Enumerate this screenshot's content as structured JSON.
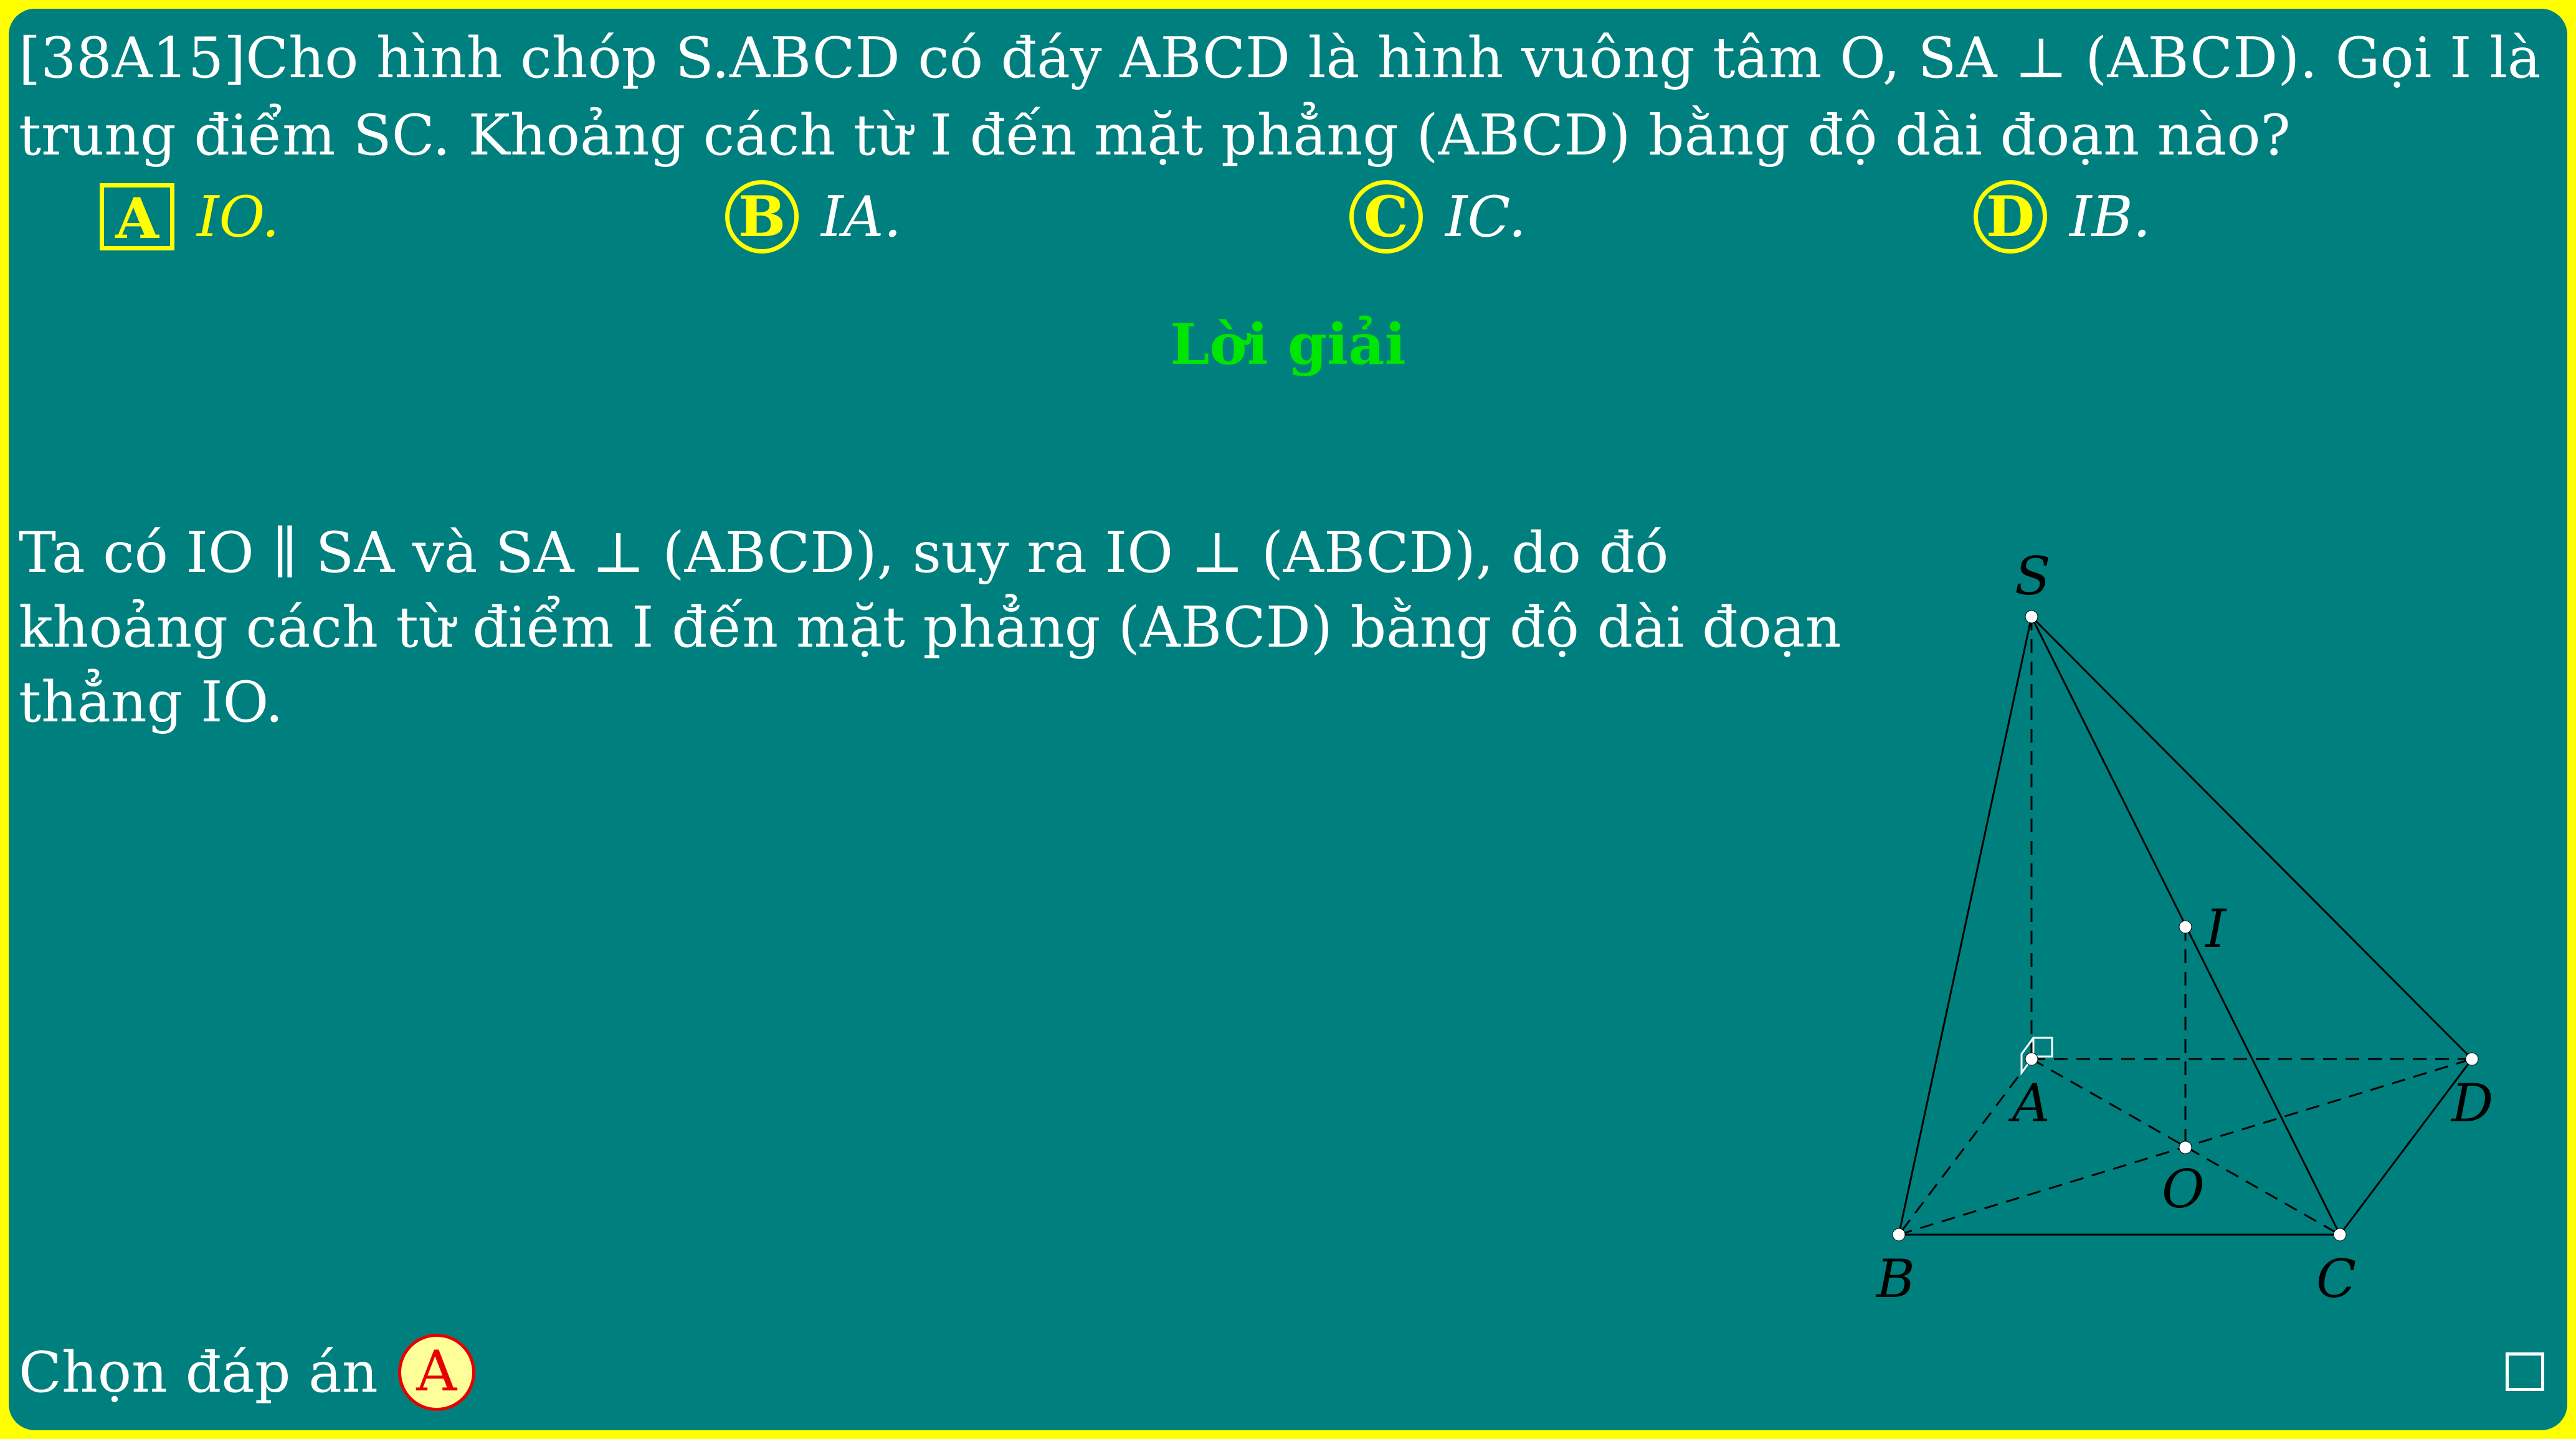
{
  "question": {
    "line1": "[38A15]Cho hình chóp S.ABCD có đáy ABCD là hình vuông tâm O, SA ⊥ (ABCD). Gọi I là",
    "line2": "trung điểm SC. Khoảng cách từ I đến mặt phẳng (ABCD) bằng độ dài đoạn nào?"
  },
  "options": [
    {
      "label": "A",
      "text": "IO.",
      "selected": true
    },
    {
      "label": "B",
      "text": "IA.",
      "selected": false
    },
    {
      "label": "C",
      "text": "IC.",
      "selected": false
    },
    {
      "label": "D",
      "text": "IB.",
      "selected": false
    }
  ],
  "solution": {
    "title": "Lời giải",
    "line1": "Ta có IO ∥ SA và SA ⊥ (ABCD), suy ra IO ⊥ (ABCD), do đó",
    "line2": "khoảng cách từ điểm I đến mặt phẳng (ABCD) bằng độ dài đoạn",
    "line3": "thẳng IO."
  },
  "figure": {
    "points": {
      "S": "S",
      "A": "A",
      "B": "B",
      "C": "C",
      "D": "D",
      "O": "O",
      "I": "I"
    }
  },
  "answer": {
    "prefix": "Chọn đáp án",
    "choice": "A"
  },
  "colors": {
    "frame": "#ffff00",
    "background": "#007f7f",
    "option_accent": "#ffff00",
    "solution_title": "#00e600",
    "answer_badge_fill": "#ffff99",
    "answer_badge_text": "#e60000"
  }
}
